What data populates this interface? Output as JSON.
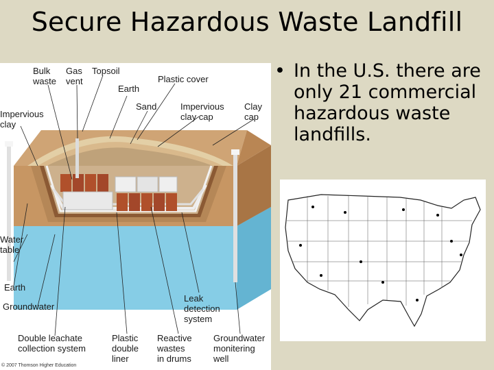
{
  "slide": {
    "title": "Secure Hazardous Waste Landfill",
    "bullet": "In the U.S. there are only 21 commercial hazardous waste landfills."
  },
  "diagram": {
    "labels": {
      "bulk_waste": "Bulk\nwaste",
      "gas_vent": "Gas\nvent",
      "topsoil": "Topsoil",
      "earth_top": "Earth",
      "plastic_cover": "Plastic cover",
      "sand": "Sand",
      "impervious_clay_cap": "Impervious\nclay cap",
      "clay_cap": "Clay\ncap",
      "impervious_clay": "Impervious\nclay",
      "water_table": "Water\ntable",
      "earth_bottom": "Earth",
      "groundwater": "Groundwater",
      "leak_detection": "Leak\ndetection\nsystem",
      "double_leachate": "Double leachate\ncollection system",
      "plastic_double_liner": "Plastic\ndouble\nliner",
      "reactive_wastes": "Reactive\nwastes\nin drums",
      "groundwater_monitoring": "Groundwater\nmonitering\nwell"
    },
    "copyright": "© 2007 Thomson Higher Education"
  },
  "colors": {
    "background": "#ddd9c3",
    "earth": "#c79663",
    "earth_dark": "#a87545",
    "clay": "#d9b98c",
    "water": "#7ec8e3",
    "drums": "#b0502b",
    "bulk": "#e8e8e8"
  }
}
